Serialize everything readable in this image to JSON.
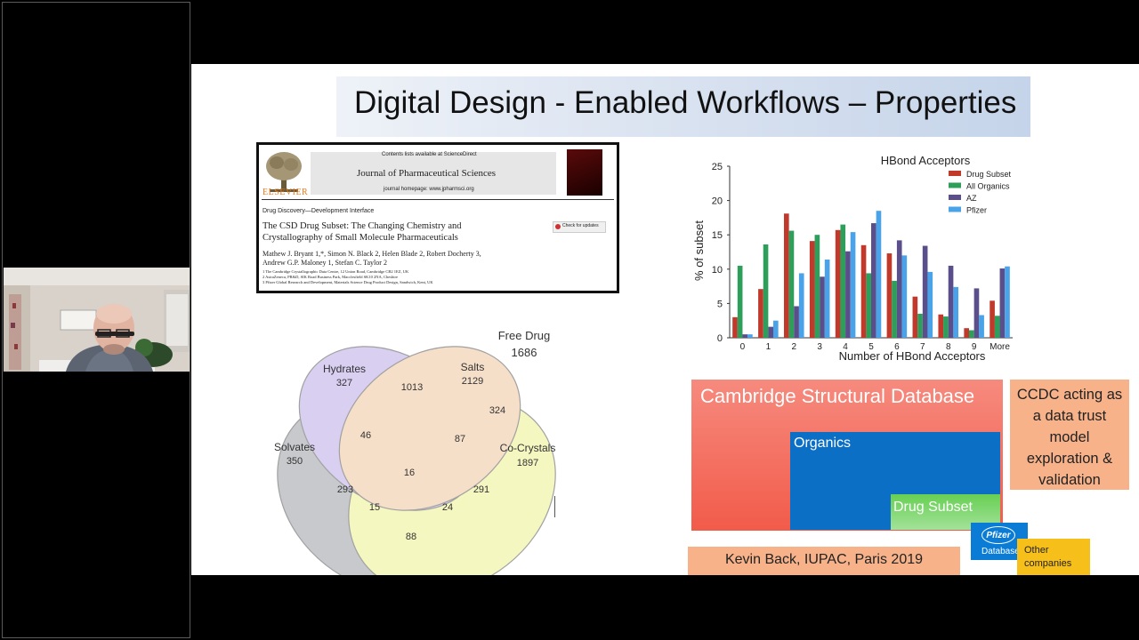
{
  "slide": {
    "title": "Digital Design - Enabled Workflows – Properties"
  },
  "paper": {
    "contents_line": "Contents lists available at ScienceDirect",
    "journal": "Journal of Pharmaceutical Sciences",
    "homepage": "journal homepage: www.jpharmsci.org",
    "publisher": "ELSEVIER",
    "section": "Drug Discovery—Development Interface",
    "title_line1": "The CSD Drug Subset: The Changing Chemistry and",
    "title_line2": "Crystallography of Small Molecule Pharmaceuticals",
    "authors_line1": "Mathew J. Bryant 1,*, Simon N. Black 2, Helen Blade 2, Robert Docherty 3,",
    "authors_line2": "Andrew G.P. Maloney 1, Stefan C. Taylor 2",
    "affil1": "1 The Cambridge Crystallographic Data Centre, 12 Union Road, Cambridge CB2 1EZ, UK",
    "affil2": "2 AstraZeneca, PR&D, SIK Road Business Park, Macclesfield SK10 2NA, Cheshire",
    "affil3": "3 Pfizer Global Research and Development, Materials Science Drug Product Design, Sandwich, Kent, UK",
    "check_updates": "Check for updates"
  },
  "venn": {
    "free_drug_label": "Free Drug",
    "free_drug_count": "1686",
    "hydrates_label": "Hydrates",
    "hydrates_count": "327",
    "salts_label": "Salts",
    "salts_count": "2129",
    "solvates_label": "Solvates",
    "solvates_count": "350",
    "cocrystals_label": "Co-Crystals",
    "cocrystals_count": "1897",
    "n1013": "1013",
    "n324": "324",
    "n46": "46",
    "n87": "87",
    "n16": "16",
    "n293": "293",
    "n291": "291",
    "n15": "15",
    "n24": "24",
    "n88": "88",
    "colors": {
      "hydrates": "#b9a8e6",
      "salts": "#f0c59e",
      "solvates": "#9a9da3",
      "cocrystals": "#eef28e",
      "free_drug": "#c8b89a"
    }
  },
  "chart_data": {
    "type": "bar",
    "title": "HBond Acceptors",
    "xlabel": "Number of HBond Acceptors",
    "ylabel": "% of subset",
    "ylim": [
      0,
      25
    ],
    "yticks": [
      0,
      5,
      10,
      15,
      20,
      25
    ],
    "categories": [
      "0",
      "1",
      "2",
      "3",
      "4",
      "5",
      "6",
      "7",
      "8",
      "9",
      "More"
    ],
    "series": [
      {
        "name": "Drug Subset",
        "color": "#c0392b",
        "values": [
          3.0,
          7.1,
          18.1,
          14.1,
          15.7,
          13.5,
          12.3,
          6.0,
          3.4,
          1.4,
          5.4
        ]
      },
      {
        "name": "All Organics",
        "color": "#2e9e5b",
        "values": [
          10.5,
          13.6,
          15.6,
          15.0,
          16.5,
          9.4,
          8.3,
          3.5,
          3.1,
          1.1,
          3.2
        ]
      },
      {
        "name": "AZ",
        "color": "#5a4f8a",
        "values": [
          0.5,
          1.6,
          4.6,
          8.9,
          12.6,
          16.7,
          14.2,
          13.4,
          10.5,
          7.2,
          10.1
        ]
      },
      {
        "name": "Pfizer",
        "color": "#4aa3e8",
        "values": [
          0.5,
          2.5,
          9.4,
          11.4,
          15.4,
          18.5,
          12.0,
          9.6,
          7.4,
          3.3,
          10.4
        ]
      }
    ],
    "legend_position": "top-right",
    "grid": false
  },
  "databases": {
    "csd": "Cambridge Structural Database",
    "organics": "Organics",
    "drug_subset": "Drug Subset",
    "pfizer_logo": "Pfizer",
    "pfizer_db": "Database",
    "other": "Other companies"
  },
  "ccdc": {
    "line1": "CCDC acting as",
    "line2": "a data trust",
    "line3": "model",
    "line4": "exploration &",
    "line5": "validation"
  },
  "credit": "Kevin Back, IUPAC, Paris 2019"
}
